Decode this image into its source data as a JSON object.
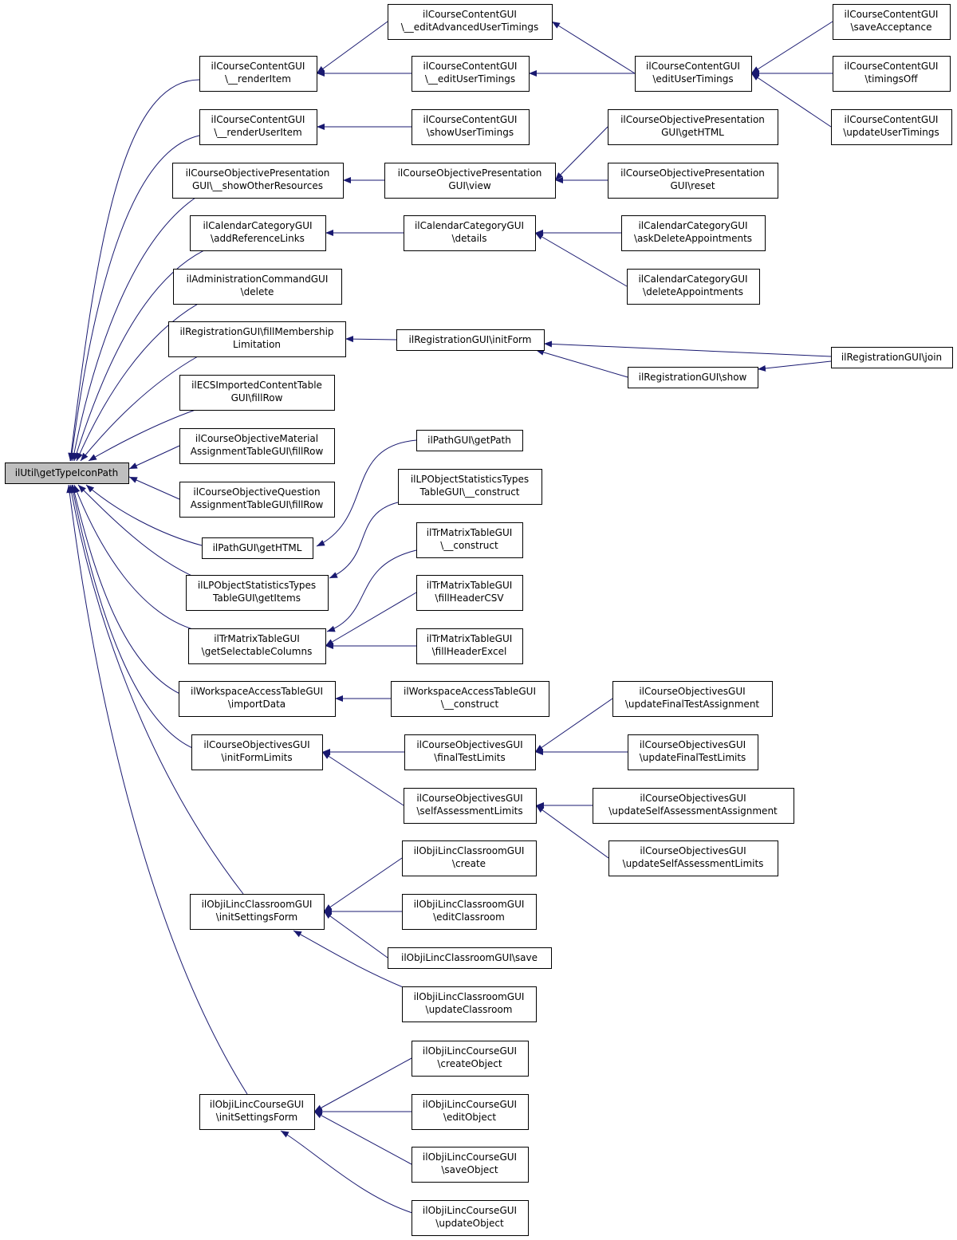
{
  "colors": {
    "edge": "#191970",
    "root_fill": "#bfbfbf",
    "node_fill": "#ffffff",
    "node_stroke": "#000000"
  },
  "root": {
    "lines": [
      "ilUtil\\getTypeIconPath"
    ]
  },
  "nodes": {
    "cc_renderItem": {
      "lines": [
        "ilCourseContentGUI",
        "\\__renderItem"
      ]
    },
    "cc_renderUserItem": {
      "lines": [
        "ilCourseContentGUI",
        "\\__renderUserItem"
      ]
    },
    "cop_showOther": {
      "lines": [
        "ilCourseObjectivePresentation",
        "GUI\\__showOtherResources"
      ]
    },
    "cal_addRef": {
      "lines": [
        "ilCalendarCategoryGUI",
        "\\addReferenceLinks"
      ]
    },
    "adm_delete": {
      "lines": [
        "ilAdministrationCommandGUI",
        "\\delete"
      ]
    },
    "reg_fillMembership": {
      "lines": [
        "ilRegistrationGUI\\fillMembership",
        "Limitation"
      ]
    },
    "ecs_fillRow": {
      "lines": [
        "ilECSImportedContentTable",
        "GUI\\fillRow"
      ]
    },
    "com_fillRow": {
      "lines": [
        "ilCourseObjectiveMaterial",
        "AssignmentTableGUI\\fillRow"
      ]
    },
    "coq_fillRow": {
      "lines": [
        "ilCourseObjectiveQuestion",
        "AssignmentTableGUI\\fillRow"
      ]
    },
    "path_getHTML": {
      "lines": [
        "ilPathGUI\\getHTML"
      ]
    },
    "lpo_getItems": {
      "lines": [
        "ilLPObjectStatisticsTypes",
        "TableGUI\\getItems"
      ]
    },
    "trm_getSel": {
      "lines": [
        "ilTrMatrixTableGUI",
        "\\getSelectableColumns"
      ]
    },
    "wsa_importData": {
      "lines": [
        "ilWorkspaceAccessTableGUI",
        "\\importData"
      ]
    },
    "cobj_initFormLimits": {
      "lines": [
        "ilCourseObjectivesGUI",
        "\\initFormLimits"
      ]
    },
    "olc_initSettings": {
      "lines": [
        "ilObjiLincClassroomGUI",
        "\\initSettingsForm"
      ]
    },
    "olco_initSettings": {
      "lines": [
        "ilObjiLincCourseGUI",
        "\\initSettingsForm"
      ]
    },
    "cc_editAdv": {
      "lines": [
        "ilCourseContentGUI",
        "\\__editAdvancedUserTimings"
      ]
    },
    "cc_editUserTimings2": {
      "lines": [
        "ilCourseContentGUI",
        "\\__editUserTimings"
      ]
    },
    "cc_showUserTimings": {
      "lines": [
        "ilCourseContentGUI",
        "\\showUserTimings"
      ]
    },
    "cop_view": {
      "lines": [
        "ilCourseObjectivePresentation",
        "GUI\\view"
      ]
    },
    "cal_details": {
      "lines": [
        "ilCalendarCategoryGUI",
        "\\details"
      ]
    },
    "reg_initForm": {
      "lines": [
        "ilRegistrationGUI\\initForm"
      ]
    },
    "path_getPath": {
      "lines": [
        "ilPathGUI\\getPath"
      ]
    },
    "lpo_construct": {
      "lines": [
        "ilLPObjectStatisticsTypes",
        "TableGUI\\__construct"
      ]
    },
    "trm_construct": {
      "lines": [
        "ilTrMatrixTableGUI",
        "\\__construct"
      ]
    },
    "trm_csv": {
      "lines": [
        "ilTrMatrixTableGUI",
        "\\fillHeaderCSV"
      ]
    },
    "trm_excel": {
      "lines": [
        "ilTrMatrixTableGUI",
        "\\fillHeaderExcel"
      ]
    },
    "wsa_construct": {
      "lines": [
        "ilWorkspaceAccessTableGUI",
        "\\__construct"
      ]
    },
    "cobj_finalTest": {
      "lines": [
        "ilCourseObjectivesGUI",
        "\\finalTestLimits"
      ]
    },
    "cobj_selfAssess": {
      "lines": [
        "ilCourseObjectivesGUI",
        "\\selfAssessmentLimits"
      ]
    },
    "olc_create": {
      "lines": [
        "ilObjiLincClassroomGUI",
        "\\create"
      ]
    },
    "olc_edit": {
      "lines": [
        "ilObjiLincClassroomGUI",
        "\\editClassroom"
      ]
    },
    "olc_save": {
      "lines": [
        "ilObjiLincClassroomGUI\\save"
      ]
    },
    "olc_update": {
      "lines": [
        "ilObjiLincClassroomGUI",
        "\\updateClassroom"
      ]
    },
    "olco_create": {
      "lines": [
        "ilObjiLincCourseGUI",
        "\\createObject"
      ]
    },
    "olco_edit": {
      "lines": [
        "ilObjiLincCourseGUI",
        "\\editObject"
      ]
    },
    "olco_save": {
      "lines": [
        "ilObjiLincCourseGUI",
        "\\saveObject"
      ]
    },
    "olco_update": {
      "lines": [
        "ilObjiLincCourseGUI",
        "\\updateObject"
      ]
    },
    "cc_editUserTimings": {
      "lines": [
        "ilCourseContentGUI",
        "\\editUserTimings"
      ]
    },
    "cop_getHTML": {
      "lines": [
        "ilCourseObjectivePresentation",
        "GUI\\getHTML"
      ]
    },
    "cop_reset": {
      "lines": [
        "ilCourseObjectivePresentation",
        "GUI\\reset"
      ]
    },
    "cal_askDelete": {
      "lines": [
        "ilCalendarCategoryGUI",
        "\\askDeleteAppointments"
      ]
    },
    "cal_delete": {
      "lines": [
        "ilCalendarCategoryGUI",
        "\\deleteAppointments"
      ]
    },
    "reg_show": {
      "lines": [
        "ilRegistrationGUI\\show"
      ]
    },
    "cobj_updFinalAssign": {
      "lines": [
        "ilCourseObjectivesGUI",
        "\\updateFinalTestAssignment"
      ]
    },
    "cobj_updFinalLimits": {
      "lines": [
        "ilCourseObjectivesGUI",
        "\\updateFinalTestLimits"
      ]
    },
    "cobj_updSelfAssign": {
      "lines": [
        "ilCourseObjectivesGUI",
        "\\updateSelfAssessmentAssignment"
      ]
    },
    "cobj_updSelfLimits": {
      "lines": [
        "ilCourseObjectivesGUI",
        "\\updateSelfAssessmentLimits"
      ]
    },
    "cc_saveAcceptance": {
      "lines": [
        "ilCourseContentGUI",
        "\\saveAcceptance"
      ]
    },
    "cc_timingsOff": {
      "lines": [
        "ilCourseContentGUI",
        "\\timingsOff"
      ]
    },
    "cc_updateUserTimings": {
      "lines": [
        "ilCourseContentGUI",
        "\\updateUserTimings"
      ]
    },
    "reg_join": {
      "lines": [
        "ilRegistrationGUI\\join"
      ]
    }
  },
  "edges": [
    {
      "from": "cc_renderItem",
      "to": "root"
    },
    {
      "from": "cc_renderUserItem",
      "to": "root"
    },
    {
      "from": "cop_showOther",
      "to": "root"
    },
    {
      "from": "cal_addRef",
      "to": "root"
    },
    {
      "from": "adm_delete",
      "to": "root"
    },
    {
      "from": "reg_fillMembership",
      "to": "root"
    },
    {
      "from": "ecs_fillRow",
      "to": "root"
    },
    {
      "from": "com_fillRow",
      "to": "root"
    },
    {
      "from": "coq_fillRow",
      "to": "root"
    },
    {
      "from": "path_getHTML",
      "to": "root"
    },
    {
      "from": "lpo_getItems",
      "to": "root"
    },
    {
      "from": "trm_getSel",
      "to": "root"
    },
    {
      "from": "wsa_importData",
      "to": "root"
    },
    {
      "from": "cobj_initFormLimits",
      "to": "root"
    },
    {
      "from": "olc_initSettings",
      "to": "root"
    },
    {
      "from": "olco_initSettings",
      "to": "root"
    },
    {
      "from": "cc_editAdv",
      "to": "cc_renderItem"
    },
    {
      "from": "cc_editUserTimings2",
      "to": "cc_renderItem"
    },
    {
      "from": "cc_showUserTimings",
      "to": "cc_renderUserItem"
    },
    {
      "from": "cop_view",
      "to": "cop_showOther"
    },
    {
      "from": "cal_details",
      "to": "cal_addRef"
    },
    {
      "from": "reg_initForm",
      "to": "reg_fillMembership"
    },
    {
      "from": "path_getPath",
      "to": "path_getHTML"
    },
    {
      "from": "lpo_construct",
      "to": "lpo_getItems"
    },
    {
      "from": "trm_construct",
      "to": "trm_getSel"
    },
    {
      "from": "trm_csv",
      "to": "trm_getSel"
    },
    {
      "from": "trm_excel",
      "to": "trm_getSel"
    },
    {
      "from": "wsa_construct",
      "to": "wsa_importData"
    },
    {
      "from": "cobj_finalTest",
      "to": "cobj_initFormLimits"
    },
    {
      "from": "cobj_selfAssess",
      "to": "cobj_initFormLimits"
    },
    {
      "from": "olc_create",
      "to": "olc_initSettings"
    },
    {
      "from": "olc_edit",
      "to": "olc_initSettings"
    },
    {
      "from": "olc_save",
      "to": "olc_initSettings"
    },
    {
      "from": "olc_update",
      "to": "olc_initSettings"
    },
    {
      "from": "olco_create",
      "to": "olco_initSettings"
    },
    {
      "from": "olco_edit",
      "to": "olco_initSettings"
    },
    {
      "from": "olco_save",
      "to": "olco_initSettings"
    },
    {
      "from": "olco_update",
      "to": "olco_initSettings"
    },
    {
      "from": "cc_editUserTimings",
      "to": "cc_editAdv"
    },
    {
      "from": "cc_editUserTimings",
      "to": "cc_editUserTimings2"
    },
    {
      "from": "cop_getHTML",
      "to": "cop_view"
    },
    {
      "from": "cop_reset",
      "to": "cop_view"
    },
    {
      "from": "cal_askDelete",
      "to": "cal_details"
    },
    {
      "from": "cal_delete",
      "to": "cal_details"
    },
    {
      "from": "reg_join",
      "to": "reg_initForm"
    },
    {
      "from": "reg_show",
      "to": "reg_initForm"
    },
    {
      "from": "cobj_updFinalAssign",
      "to": "cobj_finalTest"
    },
    {
      "from": "cobj_updFinalLimits",
      "to": "cobj_finalTest"
    },
    {
      "from": "cobj_updSelfAssign",
      "to": "cobj_selfAssess"
    },
    {
      "from": "cobj_updSelfLimits",
      "to": "cobj_selfAssess"
    },
    {
      "from": "cc_saveAcceptance",
      "to": "cc_editUserTimings"
    },
    {
      "from": "cc_timingsOff",
      "to": "cc_editUserTimings"
    },
    {
      "from": "cc_updateUserTimings",
      "to": "cc_editUserTimings"
    },
    {
      "from": "reg_join",
      "to": "reg_show"
    }
  ]
}
